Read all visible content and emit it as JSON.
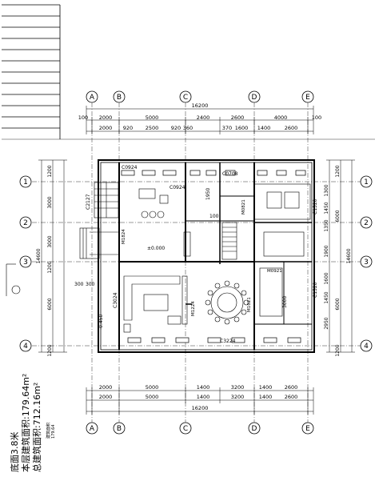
{
  "drawing": {
    "axes_letters": [
      "A",
      "B",
      "C",
      "D",
      "E"
    ],
    "axes_numbers": [
      "1",
      "2",
      "3",
      "4"
    ],
    "top_total": "16200",
    "top_segments_1": [
      "100",
      "2000",
      "5000",
      "2400",
      "2600",
      "4000",
      "100"
    ],
    "top_segments_2": [
      "2000",
      "920",
      "2500",
      "920",
      "360",
      "370",
      "1600",
      "1400",
      "2600"
    ],
    "bottom_segments_1": [
      "2000",
      "5000",
      "1400",
      "3200",
      "1400",
      "2600"
    ],
    "bottom_segments_2": [
      "2000",
      "5000",
      "1400",
      "3200",
      "1400",
      "2600"
    ],
    "bottom_total": "16200",
    "left_dims_outer": [
      "1200",
      "3000",
      "3000",
      "1200",
      "6000",
      "1200"
    ],
    "left_total": "14600",
    "right_dims_outer": [
      "1200",
      "6000",
      "6000",
      "1200"
    ],
    "right_dims_inner": [
      "1300",
      "1450",
      "1350",
      "1900",
      "1600",
      "1450",
      "2950"
    ],
    "right_total": "14600",
    "window_labels": [
      "C0924",
      "C0924",
      "C2127",
      "C3024",
      "C3224",
      "C1520",
      "C1520",
      "C0708"
    ],
    "door_labels": [
      "M1824",
      "M1224",
      "M0821",
      "M0921",
      "M1021"
    ],
    "misc_labels": [
      "±0.000",
      "-0.450",
      "100",
      "300",
      "300",
      "1950",
      "3000"
    ],
    "side_text": {
      "line1": "底面3.8米",
      "line2": "本层建筑面积:179.64m²",
      "line3": "总建筑面积:712.16m²",
      "small1": "建筑面积",
      "small2": "179.64"
    }
  }
}
